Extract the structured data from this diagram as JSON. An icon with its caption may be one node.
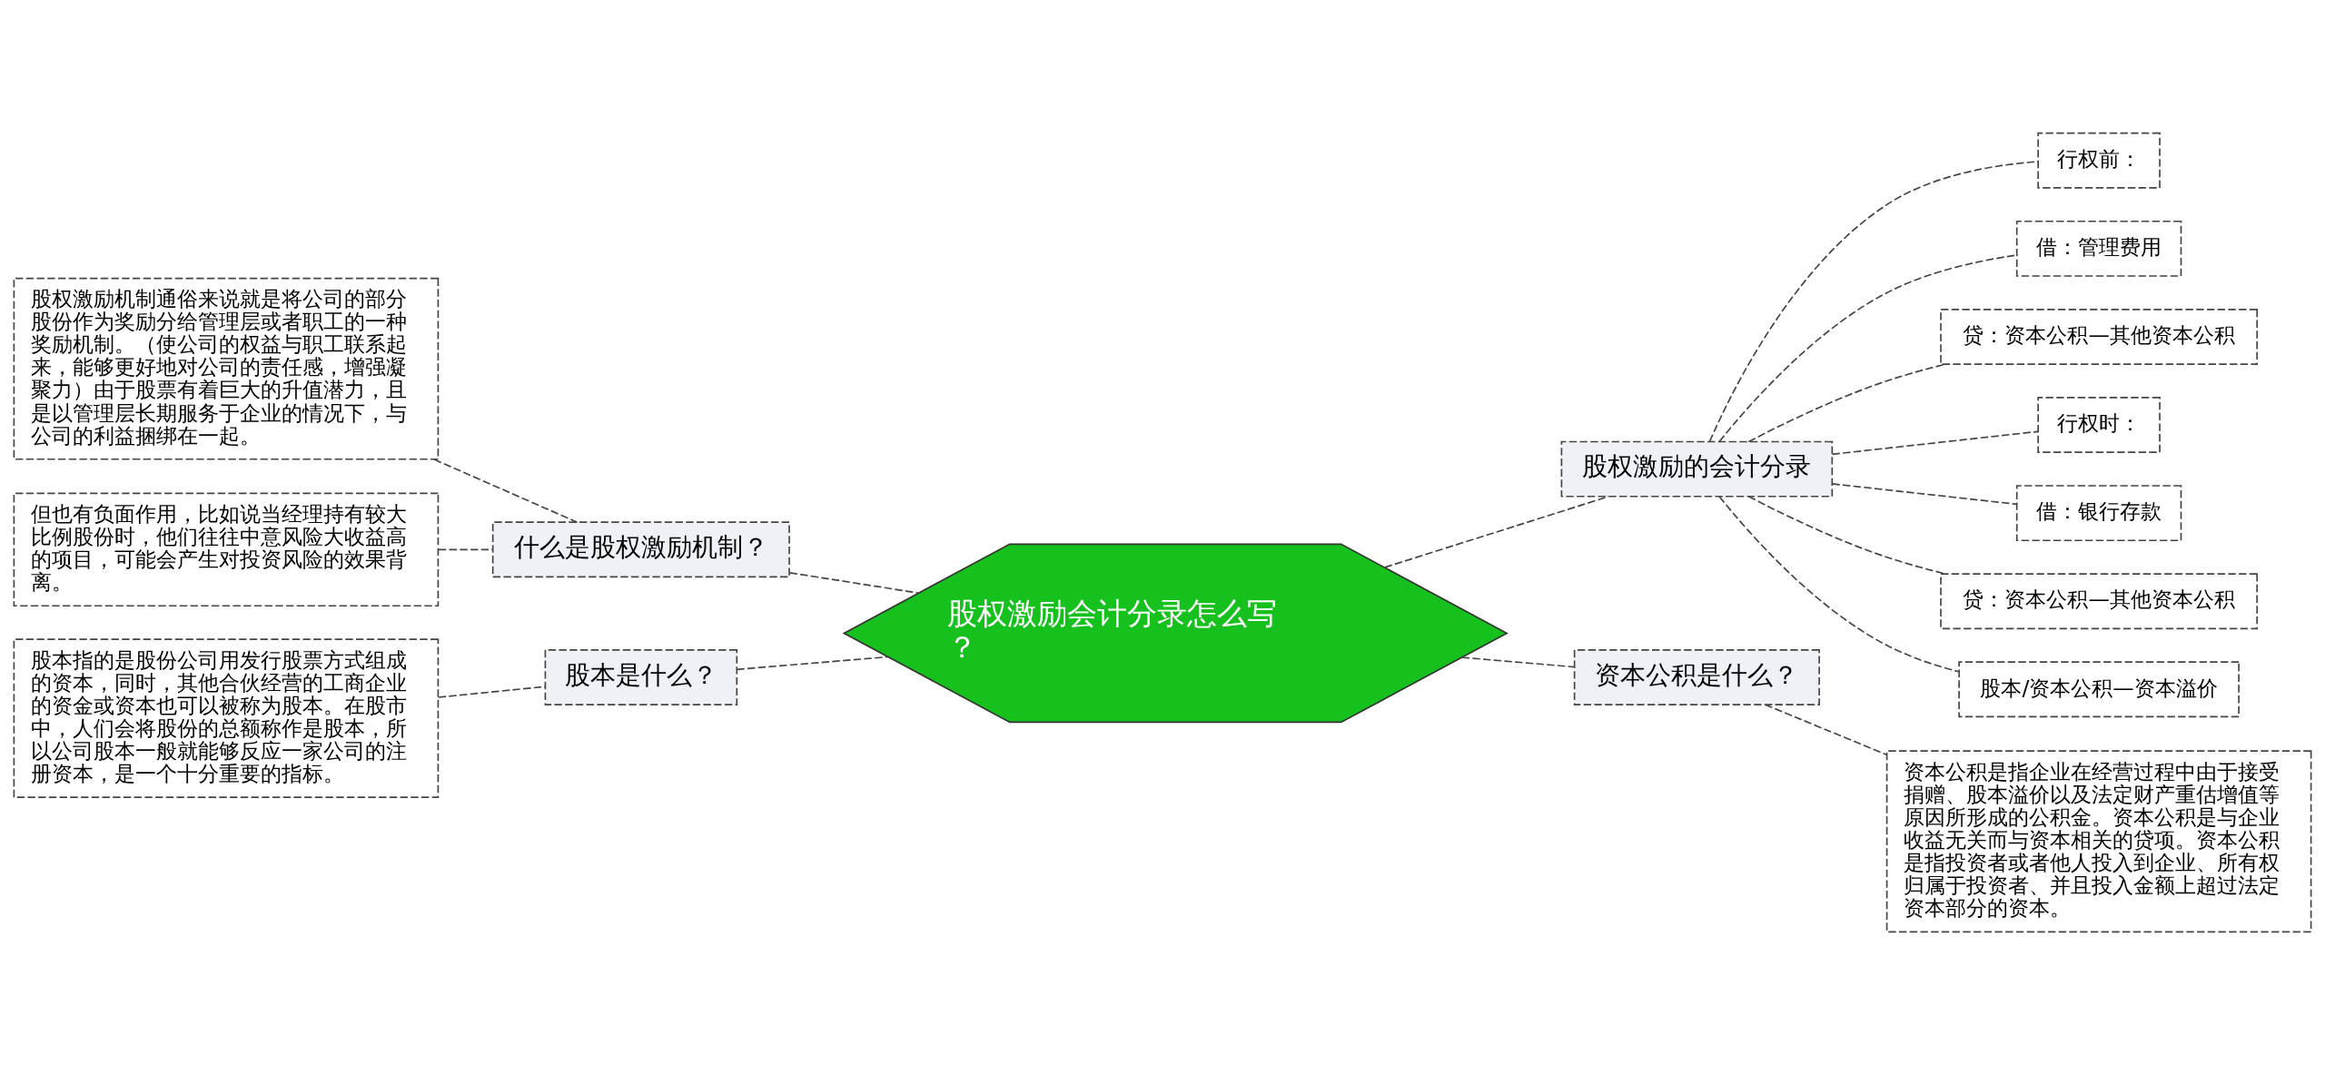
{
  "diagram": {
    "nodes": [
      {
        "text": [
          "股权激励会计分录怎么写？"
        ]
      },
      {
        "text": [
          "什么是股权激励机制？"
        ]
      },
      {
        "text": [
          "股权激励机制通俗来说就是将公司的部分股份作为奖励分给管理层或者职工的一种奖励机制。（使公司的权益与职工联系起来，能够更好地对公司的责任感，增强凝聚力）由于股票有着巨大的升值潜力，且是以管理层长期服务于企业的情况下，与公司的利益捆绑在一起。"
        ]
      },
      {
        "text": [
          "但也有负面作用，比如说当经理持有较大比例股份时，他们往往中意风险大收益高的项目，可能会产生对投资风险的效果背离。"
        ]
      },
      {
        "text": [
          "股本是什么？"
        ]
      },
      {
        "text": [
          "股本指的是股份公司用发行股票方式组成的资本，同时，其他合伙经营的工商企业的资金或资本也可以被称为股本。在股市中，人们会将股份的总额称作是股本，所以公司股本一般就能够反应一家公司的注册资本，是一个十分重要的指标。"
        ]
      },
      {
        "text": [
          "股权激励的会计分录"
        ]
      },
      {
        "text": [
          "行权前："
        ]
      },
      {
        "text": [
          "借：管理费用"
        ]
      },
      {
        "text": [
          "贷：资本公积—其他资本公积"
        ]
      },
      {
        "text": [
          "行权时："
        ]
      },
      {
        "text": [
          "借：银行存款"
        ]
      },
      {
        "text": [
          "贷：资本公积—其他资本公积"
        ]
      },
      {
        "text": [
          "股本/资本公积—资本溢价"
        ]
      },
      {
        "text": [
          "资本公积是什么？"
        ]
      },
      {
        "text": [
          "资本公积是指企业在经营过程中由于接受捐赠、股本溢价以及法定财产重估增值等原因所形成的公积金。资本公积是与企业收益无关而与资本相关的贷项。资本公积是指投资者或者他人投入到企业、所有权归属于投资者、并且投入金额上超过法定资本部分的资本。"
        ]
      }
    ],
    "edges": [
      {
        "from": 0,
        "to": 1,
        "arrow": "none",
        "style": "dashed"
      },
      {
        "from": 1,
        "to": 2,
        "arrow": "none",
        "style": "dashed"
      },
      {
        "from": 1,
        "to": 3,
        "arrow": "none",
        "style": "dashed"
      },
      {
        "from": 0,
        "to": 4,
        "arrow": "none",
        "style": "dashed"
      },
      {
        "from": 4,
        "to": 5,
        "arrow": "none",
        "style": "dashed"
      },
      {
        "from": 0,
        "to": 6,
        "arrow": "none",
        "style": "dashed"
      },
      {
        "from": 6,
        "to": 7,
        "arrow": "none",
        "style": "dashed"
      },
      {
        "from": 6,
        "to": 8,
        "arrow": "none",
        "style": "dashed"
      },
      {
        "from": 6,
        "to": 9,
        "arrow": "none",
        "style": "dashed"
      },
      {
        "from": 6,
        "to": 10,
        "arrow": "none",
        "style": "dashed"
      },
      {
        "from": 6,
        "to": 11,
        "arrow": "none",
        "style": "dashed"
      },
      {
        "from": 6,
        "to": 12,
        "arrow": "none",
        "style": "dashed"
      },
      {
        "from": 6,
        "to": 13,
        "arrow": "none",
        "style": "dashed"
      },
      {
        "from": 0,
        "to": 14,
        "arrow": "none",
        "style": "dashed"
      },
      {
        "from": 14,
        "to": 15,
        "arrow": "none",
        "style": "dashed"
      }
    ]
  }
}
